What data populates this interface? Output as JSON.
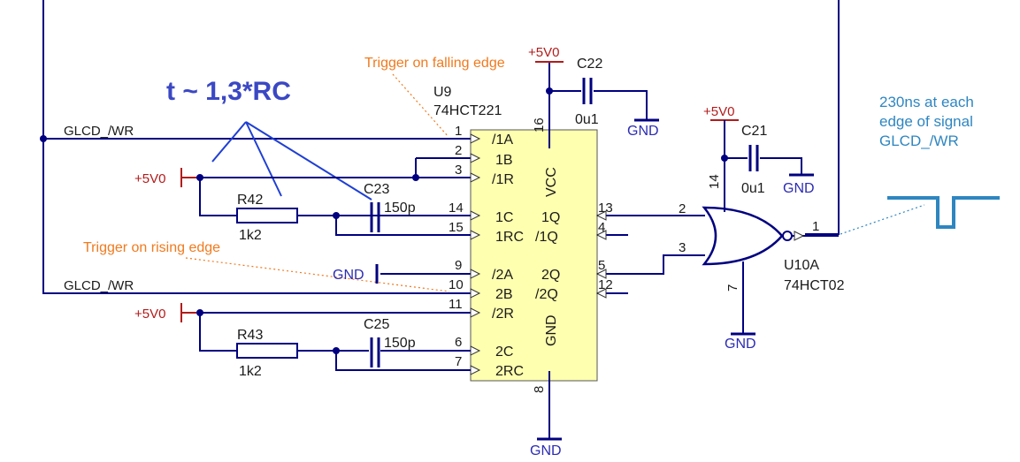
{
  "annotations": {
    "formula": "t ~ 1,3*RC",
    "falling_edge_note": "Trigger on falling edge",
    "rising_edge_note": "Trigger on rising edge",
    "pulse_note_line1": "230ns at each",
    "pulse_note_line2": "edge of signal",
    "pulse_note_line3": "GLCD_/WR"
  },
  "nets": {
    "glcd_wr_top": "GLCD_/WR",
    "glcd_wr_bottom": "GLCD_/WR",
    "vcc_left_top": "+5V0",
    "vcc_left_bottom": "+5V0",
    "vcc_u9": "+5V0",
    "vcc_u10": "+5V0",
    "gnd_c22": "GND",
    "gnd_c21": "GND",
    "gnd_2a": "GND",
    "gnd_u10": "GND",
    "gnd_u9": "GND"
  },
  "u9": {
    "ref": "U9",
    "part": "74HCT221",
    "pins": {
      "p1a": "/1A",
      "p1b": "1B",
      "p1r": "/1R",
      "p1c": "1C",
      "p1rc": "1RC",
      "p2a": "/2A",
      "p2b": "2B",
      "p2r": "/2R",
      "p2c": "2C",
      "p2rc": "2RC",
      "q1": "1Q",
      "nq1": "/1Q",
      "q2": "2Q",
      "nq2": "/2Q",
      "vcc": "VCC",
      "gnd": "GND"
    },
    "pin_numbers": {
      "n1": "1",
      "n2": "2",
      "n3": "3",
      "n14": "14",
      "n15": "15",
      "n9": "9",
      "n10": "10",
      "n11": "11",
      "n6": "6",
      "n7": "7",
      "n13": "13",
      "n4": "4",
      "n5": "5",
      "n12": "12",
      "n16": "16",
      "n8": "8"
    }
  },
  "u10": {
    "ref": "U10A",
    "part": "74HCT02",
    "pin_numbers": {
      "n2": "2",
      "n3": "3",
      "n1": "1",
      "n14": "14",
      "n7": "7"
    }
  },
  "components": {
    "r42_ref": "R42",
    "r42_val": "1k2",
    "r43_ref": "R43",
    "r43_val": "1k2",
    "c23_ref": "C23",
    "c23_val": "150p",
    "c25_ref": "C25",
    "c25_val": "150p",
    "c22_ref": "C22",
    "c22_val": "0u1",
    "c21_ref": "C21",
    "c21_val": "0u1"
  },
  "colors": {
    "wire": "#000080",
    "power": "#b31b1b",
    "ic_fill": "#ffffb0",
    "annotation_orange": "#f07a1e",
    "annotation_blue": "#3b48c4",
    "annotation_teal": "#2e86c1"
  }
}
